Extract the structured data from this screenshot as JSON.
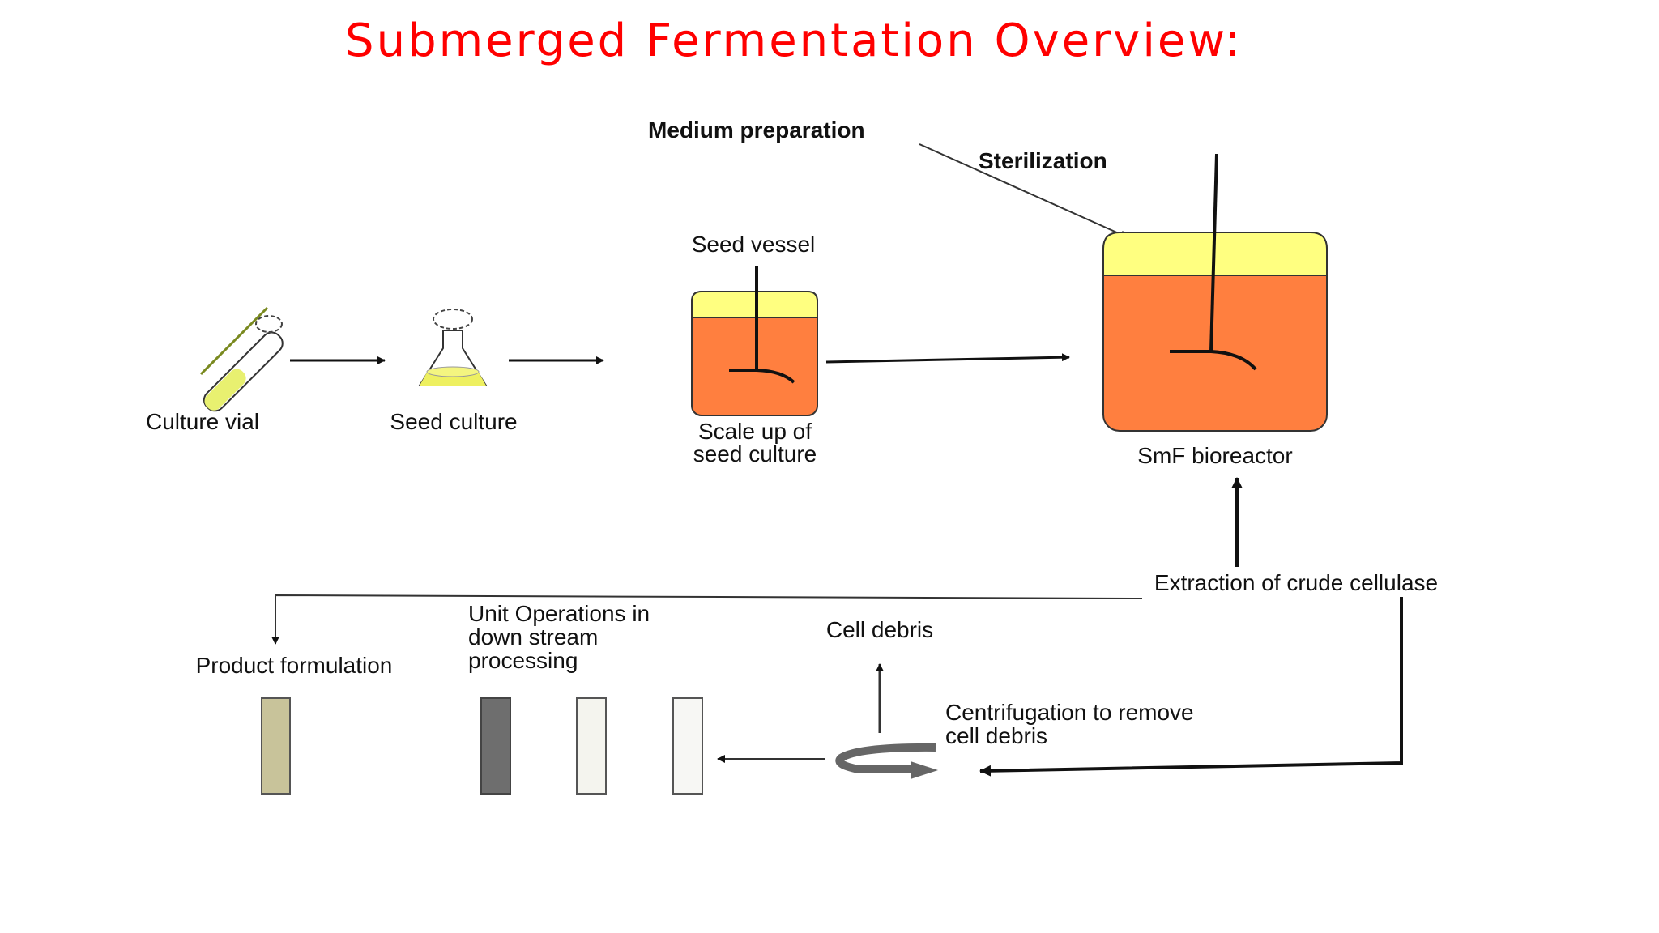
{
  "title": "Submerged Fermentation Overview:",
  "labels": {
    "medium_preparation": "Medium preparation",
    "sterilization": "Sterilization",
    "seed_vessel": "Seed vessel",
    "culture_vial": "Culture vial",
    "seed_culture": "Seed culture",
    "scale_up_line1": "Scale up of",
    "scale_up_line2": "seed culture",
    "smf_bioreactor": "SmF bioreactor",
    "extraction": "Extraction of crude cellulase",
    "unit_ops_line1": "Unit Operations in",
    "unit_ops_line2": "down stream",
    "unit_ops_line3": "processing",
    "product_formulation": "Product formulation",
    "cell_debris": "Cell debris",
    "centrifugation_line1": "Centrifugation to remove",
    "centrifugation_line2": "cell debris"
  },
  "colors": {
    "title": "#ff0000",
    "medium_orange": "#ff7f3f",
    "headspace_yellow": "#ffff80",
    "column_product": "#c8c39a",
    "column_dark": "#6e6e6e",
    "column_light": "#f4f4ee"
  },
  "icons": {
    "culture_vial": "test-tube-icon",
    "seed_culture": "erlenmeyer-flask-icon",
    "centrifuge": "rotation-arrow-icon"
  }
}
